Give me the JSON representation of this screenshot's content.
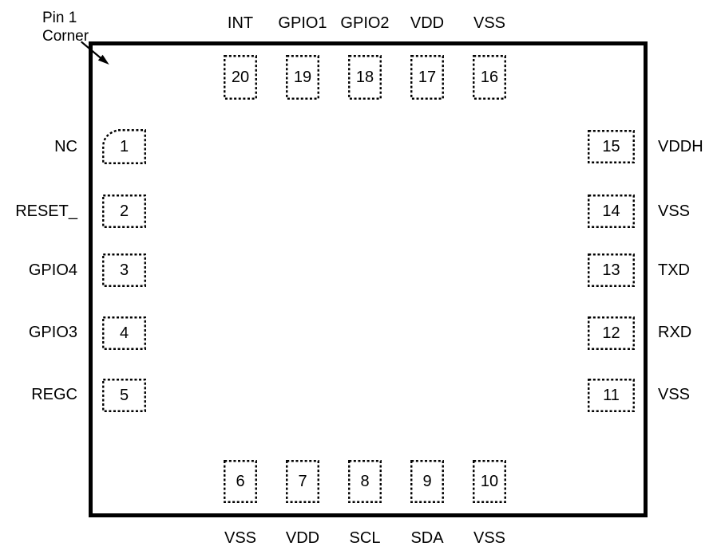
{
  "annotation": {
    "line1": "Pin 1",
    "line2": "Corner"
  },
  "pins": {
    "top": [
      {
        "number": "20",
        "label": "INT"
      },
      {
        "number": "19",
        "label": "GPIO1"
      },
      {
        "number": "18",
        "label": "GPIO2"
      },
      {
        "number": "17",
        "label": "VDD"
      },
      {
        "number": "16",
        "label": "VSS"
      }
    ],
    "left": [
      {
        "number": "1",
        "label": "NC"
      },
      {
        "number": "2",
        "label": "RESET_"
      },
      {
        "number": "3",
        "label": "GPIO4"
      },
      {
        "number": "4",
        "label": "GPIO3"
      },
      {
        "number": "5",
        "label": "REGC"
      }
    ],
    "right": [
      {
        "number": "15",
        "label": "VDDH"
      },
      {
        "number": "14",
        "label": "VSS"
      },
      {
        "number": "13",
        "label": "TXD"
      },
      {
        "number": "12",
        "label": "RXD"
      },
      {
        "number": "11",
        "label": "VSS"
      }
    ],
    "bottom": [
      {
        "number": "6",
        "label": "VSS"
      },
      {
        "number": "7",
        "label": "VDD"
      },
      {
        "number": "8",
        "label": "SCL"
      },
      {
        "number": "9",
        "label": "SDA"
      },
      {
        "number": "10",
        "label": "VSS"
      }
    ]
  },
  "colors": {
    "line": "#000000",
    "text": "#000000",
    "background": "#ffffff"
  }
}
